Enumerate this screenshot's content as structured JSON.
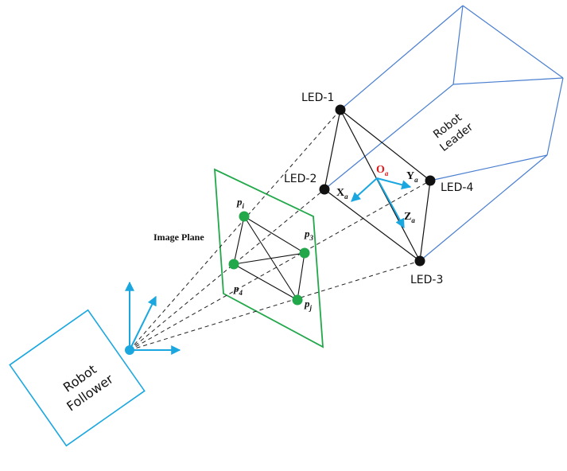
{
  "robot_leader": {
    "line1": "Robot",
    "line2": "Leader"
  },
  "robot_follower": {
    "line1": "Robot",
    "line2": "Follower"
  },
  "leds": {
    "led1": "LED-1",
    "led2": "LED-2",
    "led3": "LED-3",
    "led4": "LED-4"
  },
  "image_plane": {
    "label": "Image Plane"
  },
  "image_points": {
    "pi": {
      "main": "p",
      "sub": "i"
    },
    "pj": {
      "main": "p",
      "sub": "j"
    },
    "p3": {
      "main": "p",
      "sub": "3"
    },
    "p4": {
      "main": "p",
      "sub": "4"
    }
  },
  "frame_axes": {
    "origin": {
      "main": "O",
      "sub": "a"
    },
    "x": {
      "main": "X",
      "sub": "a"
    },
    "y": {
      "main": "Y",
      "sub": "a"
    },
    "z": {
      "main": "Z",
      "sub": "a"
    }
  },
  "colors": {
    "box_blue": "#4a7fd0",
    "cyan": "#1aa7e0",
    "green": "#22a84a",
    "origin_red": "#e01b1b",
    "black": "#111111"
  }
}
